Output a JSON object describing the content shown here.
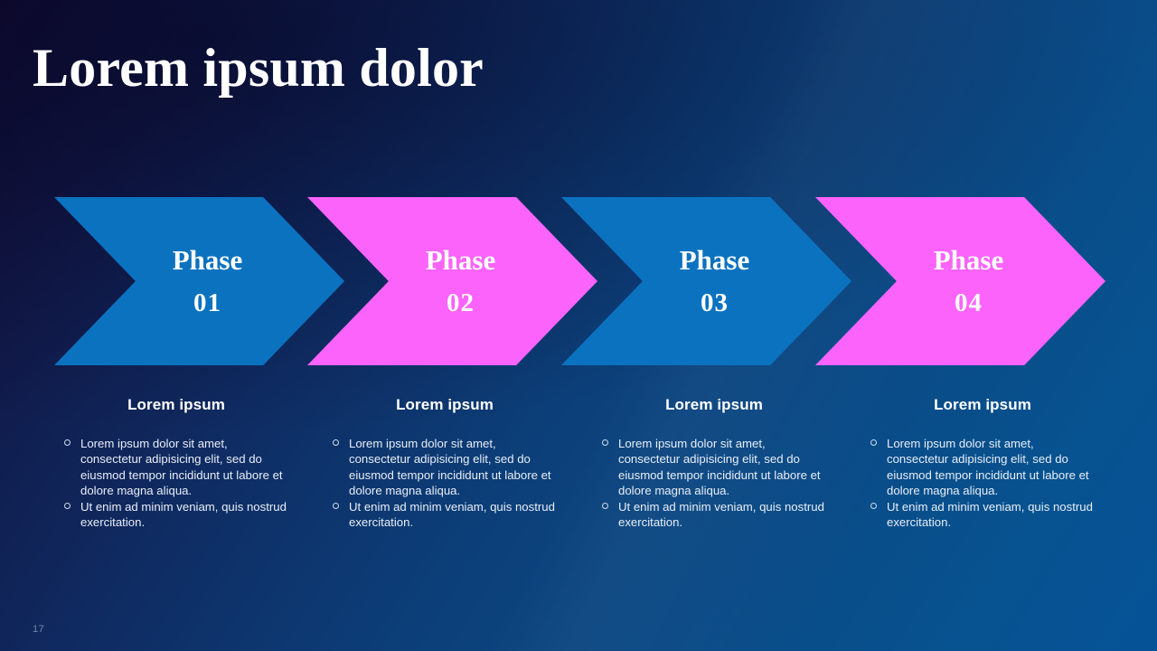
{
  "slide": {
    "title": "Lorem ipsum dolor",
    "page_number": "17"
  },
  "theme": {
    "bg_dark": "#100D36",
    "bg_light": "#055397",
    "blue": "#0B72C0",
    "magenta": "#FB63FB",
    "text_white": "#FFFFFF",
    "page_number_color": "#6E8CA8"
  },
  "chevrons": [
    {
      "phase_label": "Phase",
      "phase_number": "01",
      "color": "#0B72C0",
      "color_name": "blue"
    },
    {
      "phase_label": "Phase",
      "phase_number": "02",
      "color": "#FB63FB",
      "color_name": "magenta"
    },
    {
      "phase_label": "Phase",
      "phase_number": "03",
      "color": "#0B72C0",
      "color_name": "blue"
    },
    {
      "phase_label": "Phase",
      "phase_number": "04",
      "color": "#FB63FB",
      "color_name": "magenta"
    }
  ],
  "columns": [
    {
      "heading": "Lorem ipsum",
      "bullets": [
        "Lorem ipsum dolor sit amet, consectetur adipisicing elit, sed do eiusmod tempor incididunt ut labore et dolore magna aliqua.",
        "Ut enim ad minim veniam, quis nostrud exercitation."
      ]
    },
    {
      "heading": "Lorem ipsum",
      "bullets": [
        "Lorem ipsum dolor sit amet, consectetur adipisicing elit, sed do eiusmod tempor incididunt ut labore et dolore magna aliqua.",
        "Ut enim ad minim veniam, quis nostrud exercitation."
      ]
    },
    {
      "heading": "Lorem ipsum",
      "bullets": [
        "Lorem ipsum dolor sit amet, consectetur adipisicing elit, sed do eiusmod tempor incididunt ut labore et dolore magna aliqua.",
        "Ut enim ad minim veniam, quis nostrud exercitation."
      ]
    },
    {
      "heading": "Lorem ipsum",
      "bullets": [
        "Lorem ipsum dolor sit amet, consectetur adipisicing elit, sed do eiusmod tempor incididunt ut labore et dolore magna aliqua.",
        "Ut enim ad minim veniam, quis nostrud exercitation."
      ]
    }
  ]
}
